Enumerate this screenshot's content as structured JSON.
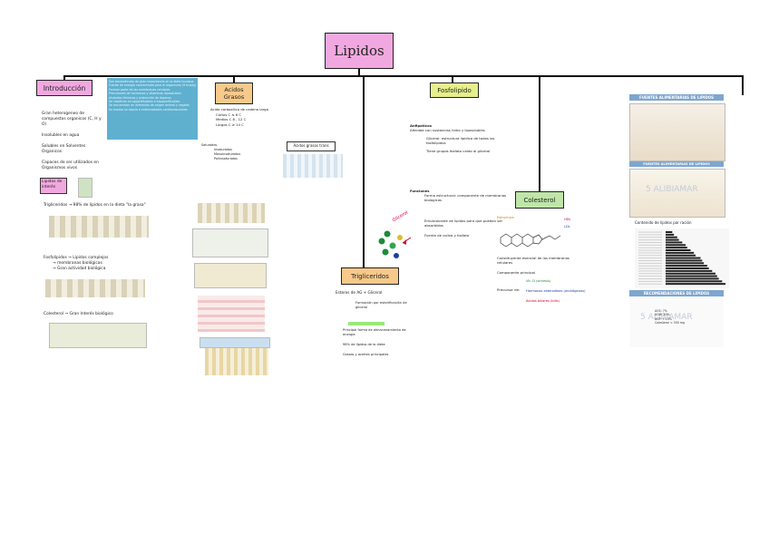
{
  "title": "Lipidos",
  "colors": {
    "title_bg": "#f1a8e0",
    "intro_bg": "#f1a8e0",
    "acidos_bg": "#f7c98a",
    "fosfolipido_bg": "#e6f08a",
    "trigliceridos_bg": "#f7c98a",
    "colesterol_bg": "#bfe6a8",
    "info_panel_bg": "#5fb0cf",
    "fuentes_header_bg": "#7ea6cf",
    "glycerol_highlight": "#9ae87a",
    "bar_color": "#222222"
  },
  "intro": {
    "label": "Introducción",
    "bullets": [
      "Gran heterogeneo de compuestos organicos (C, H y O)",
      "Insolubles en agua",
      "Solubles en Solventes Organicos",
      "Capaces de ser utilizados en Organismos vivos"
    ],
    "info_panel_lines": [
      "Son biomoléculas de gran importancia en la dieta humana",
      "Fuente de energía concentrada para el organismo (9 kcal/g)",
      "Forman parte de las membranas celulares",
      "Precursores de hormonas y vitaminas liposolubles",
      "Aislantes térmicos y protección de órganos",
      "Se clasifican en saponificables e insaponificables",
      "Se encuentran en alimentos de origen animal y vegetal",
      "Su exceso se asocia a enfermedades cardiovasculares"
    ],
    "lipidos_interes": "Lipidos de interés",
    "trigliceridos_note": "Trigliceridos → 98% de lipidos en la dieta \"la grasa\"",
    "fosfolipidos_notes": [
      "Fosfolipidos → Lipidos complejos",
      "→ membranas biológicas",
      "→ Gran actividad biológica"
    ],
    "colesterol_note": "Colesterol → Gran Interés biológico"
  },
  "acidos": {
    "label": "Acidos Grasos",
    "subtitle": "Ácidos grasos trans",
    "notes": [
      "Acido carboxilico de cadena larga",
      "Cortos C ≤ 6 C",
      "Medios C 8 - 12 C",
      "Largos C ≥ 14 C"
    ],
    "side_notes": [
      "Saturados",
      "Insaturados",
      "Monoinsaturados",
      "Poliinsaturados"
    ]
  },
  "fosfolipido": {
    "label": "Fosfolipido",
    "anfipatico": "Anfipaticos",
    "notes": [
      "Afinidad con sustancias hidro y liposolubles",
      "Glicerol: estructura lipidica de todos los fosfolipidos",
      "Tiene grupos fosfato unido al glicerol"
    ],
    "funciones": "Funciones",
    "func_notes": [
      "Forma estructural: componente de membranas biologicas",
      "Emulsionante de lipidos para que puedan ser absorbidos",
      "Fuente de colina y fosfato"
    ],
    "glycerol_label": "Glicerol"
  },
  "trigliceridos": {
    "label": "Trigliceridos",
    "formula": "Esteres de AG + Glicerol",
    "notes": [
      "Formación por esterificación de glicerol",
      "Principal forma de almacenamiento de energía",
      "98% de lípidos de la dieta",
      "Grasas y aceites principales"
    ]
  },
  "colesterol": {
    "label": "Colesterol",
    "structure_label": "Estructura",
    "notes": [
      "Constituyente esencial de las membranas celulares",
      "Componente principal",
      "Precursor de:"
    ],
    "precursors": [
      "Vit. D (síntesis)",
      "Hormonas esteroideas (andrógenos)",
      "Ácidos biliares (bilis)"
    ],
    "hdl": "HDL",
    "ldl": "LDL"
  },
  "right_panel": {
    "fuentes_title": "FUENTES ALIMENTARIAS DE LIPIDOS",
    "fuentes_title_2": "FUENTES ALIMENTARIAS DE LIPIDOS",
    "contenido_title": "Contenido de lípidos por ración",
    "recomendaciones_title": "RECOMENDACIONES DE LIPIDOS",
    "watermark": "5 ALIBIAMAR",
    "rec_lines": [
      "AGS: 7%",
      "AGM: 20%",
      "AGP: 7-10%",
      "Colesterol < 300 mg"
    ]
  },
  "chart_data": {
    "type": "bar",
    "title": "Contenido de lípidos por ración",
    "categories": [
      "a",
      "b",
      "c",
      "d",
      "e",
      "f",
      "g",
      "h",
      "i",
      "j",
      "k",
      "l",
      "m",
      "n",
      "o",
      "p",
      "q",
      "r",
      "s",
      "t",
      "u"
    ],
    "values": [
      4,
      5,
      7,
      8,
      10,
      12,
      13,
      15,
      17,
      18,
      21,
      22,
      23,
      25,
      26,
      28,
      30,
      31,
      32,
      34,
      36
    ],
    "orientation": "horizontal"
  }
}
